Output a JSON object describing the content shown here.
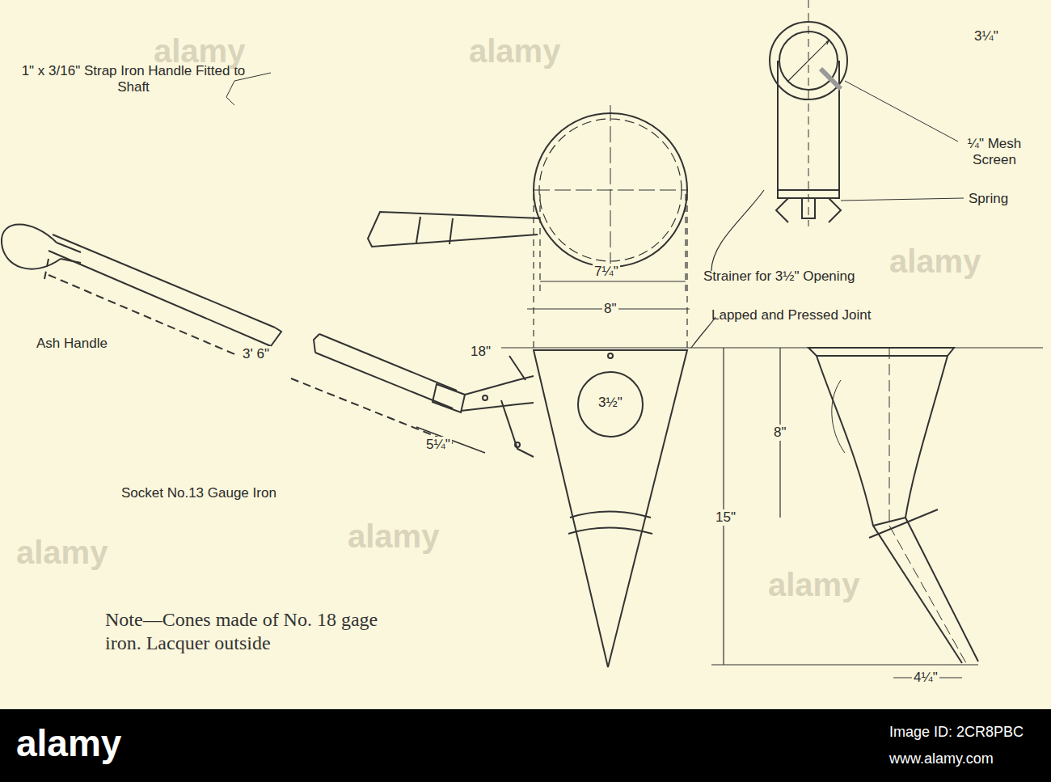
{
  "diagram": {
    "labels": [
      "1\" x 3/16\" Strap Iron Handle Fitted to Shaft",
      "Ash Handle",
      "3' 6\"",
      "Socket No.13 Gauge Iron",
      "5¼\"",
      "18\"",
      "3½\"",
      "7¼\"",
      "8\"",
      "Lapped and Pressed Joint",
      "Strainer for 3½\" Opening",
      "3¼\"",
      "¼\" Mesh Screen",
      "Spring",
      "8\"",
      "15\"",
      "4¼\"",
      "Note—Cones made of No. 18 gage iron. Lacquer outside",
      "alamy",
      "alamy",
      "alamy",
      "alamy",
      "alamy",
      "alamy",
      "alamy",
      "Image ID: 2CR8PBC",
      "www.alamy.com"
    ]
  }
}
